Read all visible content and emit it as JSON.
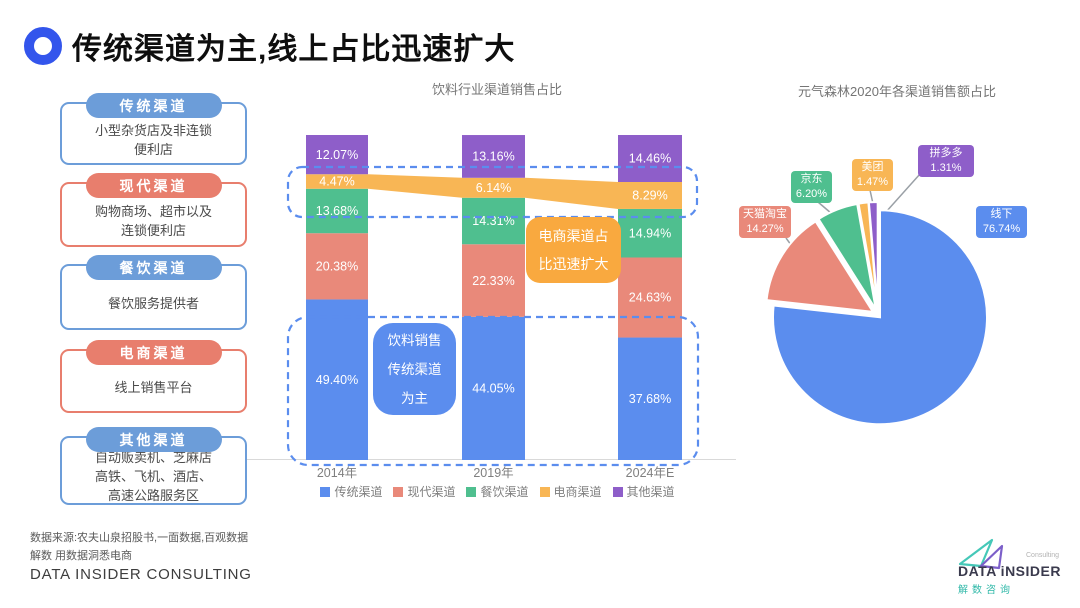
{
  "header": {
    "title": "传统渠道为主,线上占比迅速扩大"
  },
  "sidebar": {
    "groups": [
      {
        "label": "传统渠道",
        "desc": "小型杂货店及非连锁\n便利店",
        "theme": "blue"
      },
      {
        "label": "现代渠道",
        "desc": "购物商场、超市以及\n连锁便利店",
        "theme": "red"
      },
      {
        "label": "餐饮渠道",
        "desc": "餐饮服务提供者",
        "theme": "blue"
      },
      {
        "label": "电商渠道",
        "desc": "线上销售平台",
        "theme": "red"
      },
      {
        "label": "其他渠道",
        "desc": "自动贩卖机、芝麻店\n高铁、飞机、酒店、\n高速公路服务区",
        "theme": "blue"
      }
    ]
  },
  "chart_data": [
    {
      "type": "stacked-bar",
      "title": "饮料行业渠道销售占比",
      "categories": [
        "2014年",
        "2019年",
        "2024年E"
      ],
      "unit": "%",
      "ylim": [
        0,
        100
      ],
      "grid": false,
      "legend_position": "bottom",
      "series": [
        {
          "name": "传统渠道",
          "color": "#5B8DEE",
          "values": [
            49.4,
            44.05,
            37.68
          ]
        },
        {
          "name": "现代渠道",
          "color": "#E9897A",
          "values": [
            20.38,
            22.33,
            24.63
          ]
        },
        {
          "name": "餐饮渠道",
          "color": "#4FBF8F",
          "values": [
            13.68,
            14.31,
            14.94
          ]
        },
        {
          "name": "电商渠道",
          "color": "#F8B655",
          "values": [
            4.47,
            6.14,
            8.29
          ]
        },
        {
          "name": "其他渠道",
          "color": "#8E5EC9",
          "values": [
            12.07,
            13.16,
            14.46
          ]
        }
      ],
      "annotations": [
        {
          "text": "饮料销售\n传统渠道\n为主",
          "color": "#5B8DEE"
        },
        {
          "text": "电商渠道占\n比迅速扩大",
          "color": "#F9A93F"
        }
      ]
    },
    {
      "type": "pie",
      "title": "元气森林2020年各渠道销售额占比",
      "slices": [
        {
          "label": "线下",
          "value": 76.74,
          "color": "#5B8DEE"
        },
        {
          "label": "天猫淘宝",
          "value": 14.27,
          "color": "#E9897A"
        },
        {
          "label": "京东",
          "value": 6.2,
          "color": "#4FBF8F"
        },
        {
          "label": "美团",
          "value": 1.47,
          "color": "#F8B655"
        },
        {
          "label": "拼多多",
          "value": 1.31,
          "color": "#8E5EC9"
        }
      ]
    }
  ],
  "footer": {
    "source": "数据来源:农夫山泉招股书,一面数据,百观数据",
    "tagline": "解数 用数据洞悉电商",
    "company": "DATA INSIDER CONSULTING",
    "logo": {
      "brand": "DATA iNSIDER",
      "consulting": "Consulting",
      "cn": "解数咨询"
    }
  }
}
